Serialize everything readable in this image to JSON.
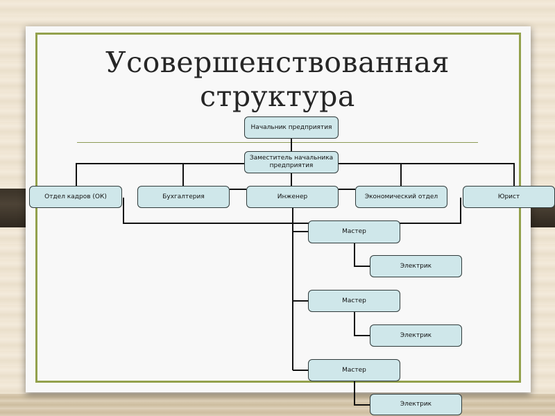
{
  "slide": {
    "title": "Усовершенствованная структура"
  },
  "colors": {
    "node_fill": "#cfe7ea",
    "node_border": "#2f3a3a",
    "frame": "#93a14c",
    "connector": "#111111"
  },
  "diagram": {
    "head": "Начальник предприятия",
    "deputy": "Заместитель начальника предприятия",
    "departments": [
      "Отдел кадров (ОК)",
      "Бухгалтерия",
      "Инженер",
      "Экономический отдел",
      "Юрист"
    ],
    "masters": [
      "Мастер",
      "Мастер",
      "Мастер"
    ],
    "electricians": [
      "Электрик",
      "Электрик",
      "Электрик"
    ]
  }
}
